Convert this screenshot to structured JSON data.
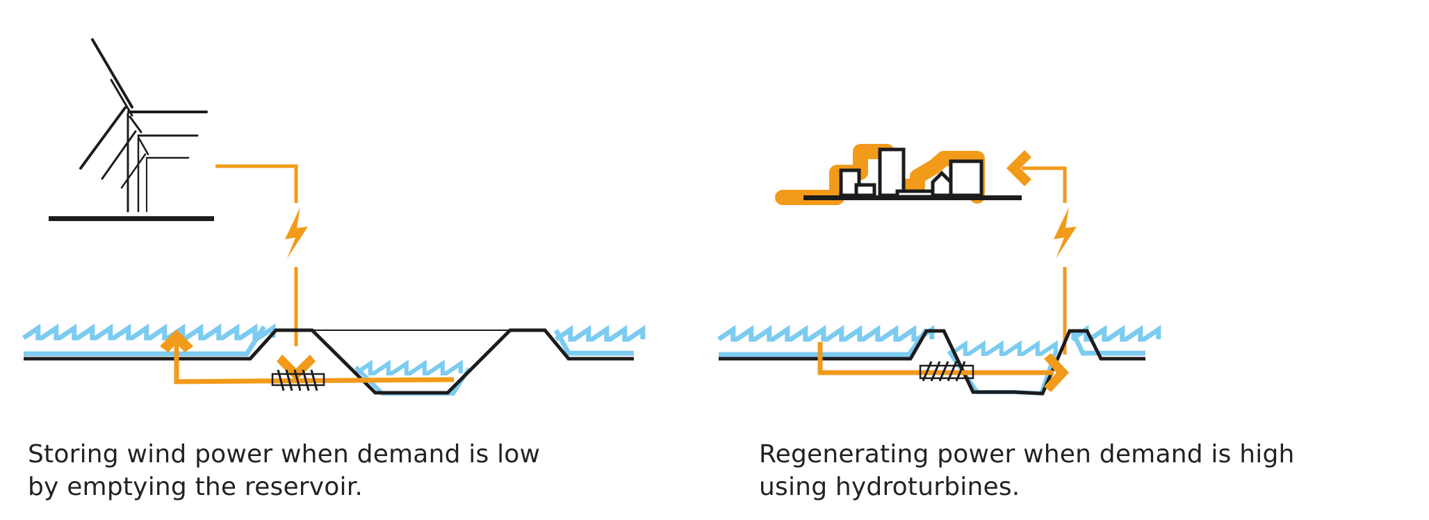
{
  "colors": {
    "energy": "#F29A1A",
    "water": "#7CCBF0",
    "ground": "#1c1c1c",
    "text": "#222222"
  },
  "panels": [
    {
      "id": "storing",
      "icons": [
        "wind-turbine-icon",
        "lightning-bolt-icon",
        "pump-turbine-icon"
      ],
      "flow_direction": "reservoir-to-sea",
      "caption_lines": [
        "Storing wind power when demand is low",
        "by emptying the reservoir."
      ]
    },
    {
      "id": "regenerating",
      "icons": [
        "city-skyline-icon",
        "lightning-bolt-icon",
        "pump-turbine-icon"
      ],
      "flow_direction": "sea-to-reservoir",
      "caption_lines": [
        "Regenerating power when demand is high",
        "using hydroturbines."
      ]
    }
  ]
}
